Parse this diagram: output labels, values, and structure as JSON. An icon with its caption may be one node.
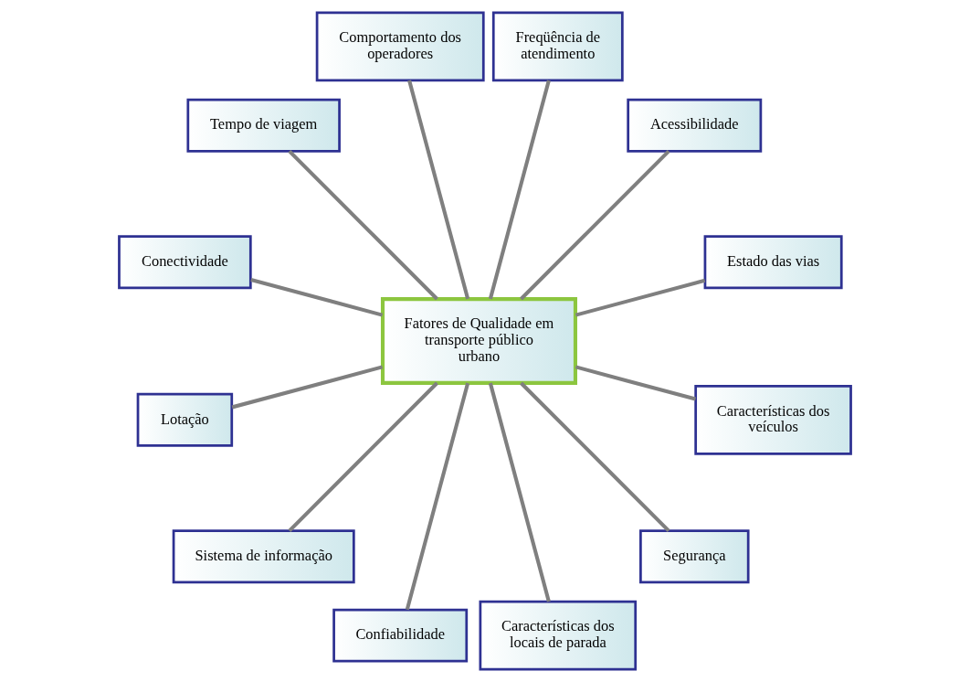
{
  "diagram": {
    "nodes": [
      {
        "text": [
          "Fatores de Qualidade em transporte público urbano"
        ]
      },
      {
        "text": [
          "Estado das vias"
        ]
      },
      {
        "text": [
          "Acessibilidade"
        ]
      },
      {
        "text": [
          "Freqüência de atendimento"
        ]
      },
      {
        "text": [
          "Comportamento dos operadores"
        ]
      },
      {
        "text": [
          "Tempo de viagem"
        ]
      },
      {
        "text": [
          "Conectividade"
        ]
      },
      {
        "text": [
          "Lotação"
        ]
      },
      {
        "text": [
          "Sistema de informação"
        ]
      },
      {
        "text": [
          "Confiabilidade"
        ]
      },
      {
        "text": [
          "Características dos locais de parada"
        ]
      },
      {
        "text": [
          "Segurança"
        ]
      },
      {
        "text": [
          "Características dos veículos"
        ]
      }
    ],
    "edges": [
      {
        "from": 0,
        "to": 1,
        "arrow": "none"
      },
      {
        "from": 0,
        "to": 2,
        "arrow": "none"
      },
      {
        "from": 0,
        "to": 3,
        "arrow": "none"
      },
      {
        "from": 0,
        "to": 5,
        "arrow": "none"
      },
      {
        "from": 0,
        "to": 7,
        "arrow": "none"
      },
      {
        "from": 0,
        "to": 9,
        "arrow": "none"
      },
      {
        "from": 0,
        "to": 11,
        "arrow": "none"
      },
      {
        "from": 0,
        "to": 12,
        "arrow": "none"
      },
      {
        "from": 0,
        "to": 10,
        "arrow": "none"
      },
      {
        "from": 0,
        "to": 8,
        "arrow": "none"
      },
      {
        "from": 0,
        "to": 6,
        "arrow": "none"
      },
      {
        "from": 0,
        "to": 4,
        "arrow": "none"
      }
    ]
  }
}
